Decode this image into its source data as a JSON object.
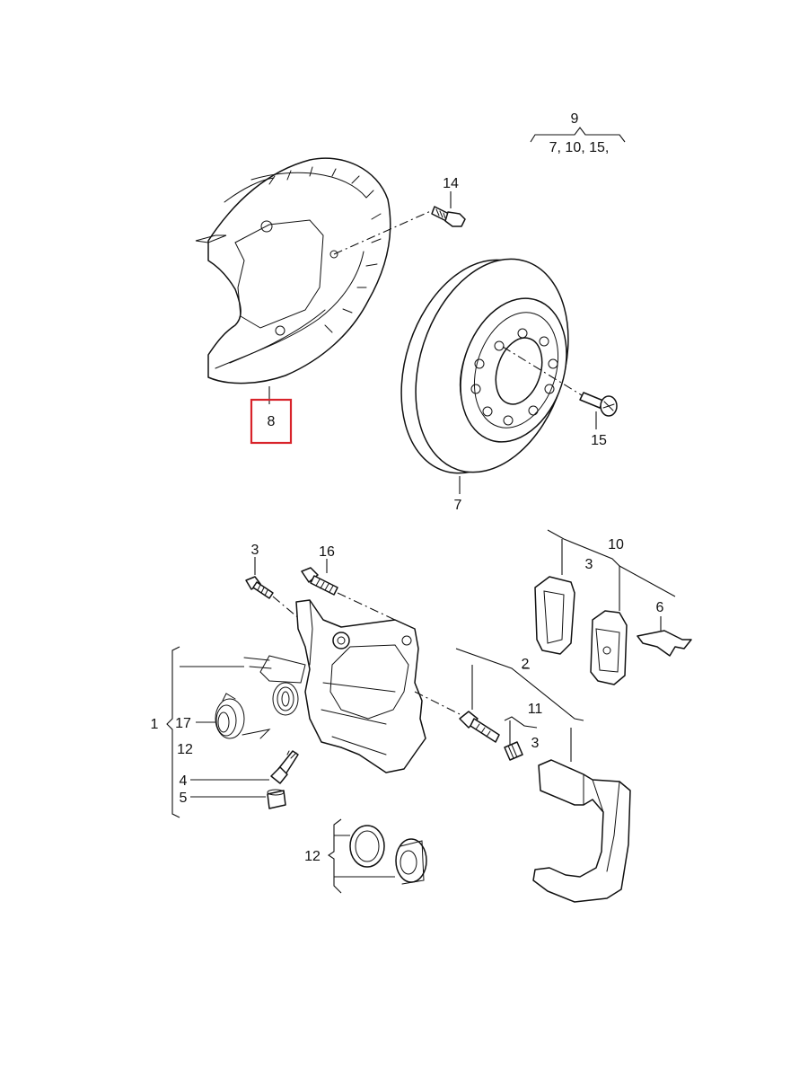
{
  "labels": {
    "c9": "9",
    "c9_items": "7, 10, 15,",
    "p14": "14",
    "p8": "8",
    "p15": "15",
    "p7": "7",
    "p3a": "3",
    "p16": "16",
    "p10": "10",
    "p3b": "3",
    "p6": "6",
    "p2": "2",
    "p11": "11",
    "p3c": "3",
    "p1": "1",
    "p17": "17",
    "p12a": "12",
    "p4": "4",
    "p5": "5",
    "p12b": "12"
  },
  "highlight": {
    "item": "8",
    "color": "#d8232a"
  }
}
